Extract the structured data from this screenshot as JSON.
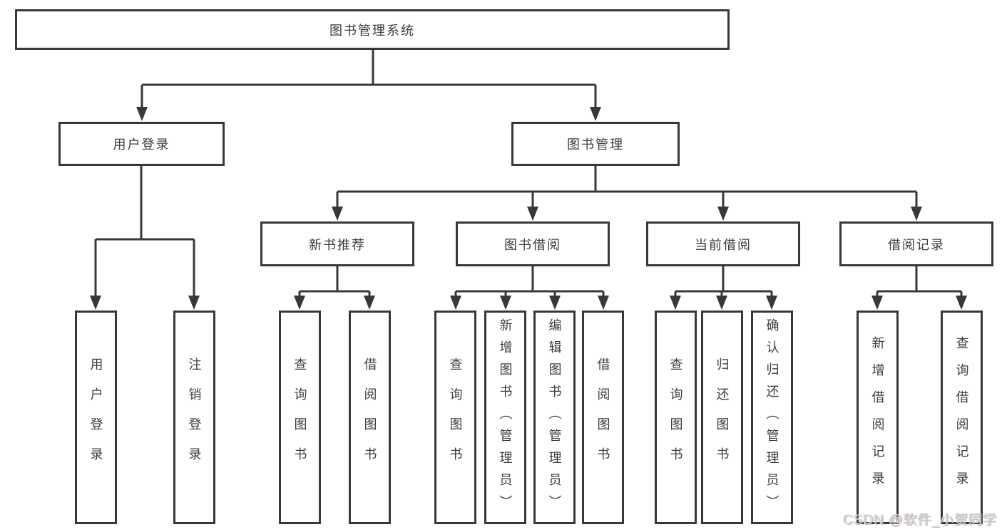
{
  "nodes": {
    "root": "图书管理系统",
    "user_login": "用户登录",
    "book_mgmt": "图书管理",
    "new_book_rec": "新书推荐",
    "book_borrow": "图书借阅",
    "current_borrow": "当前借阅",
    "borrow_records": "借阅记录",
    "ul_user_login": "用户登录",
    "ul_logout": "注销登录",
    "nr_query_book": "查询图书",
    "nr_borrow_book": "借阅图书",
    "bb_query_book": "查询图书",
    "bb_add_book": "新增图书（管理员）",
    "bb_edit_book": "编辑图书（管理员）",
    "bb_borrow_book": "借阅图书",
    "cb_query_book": "查询图书",
    "cb_return_book": "归还图书",
    "cb_confirm_return": "确认归还（管理员）",
    "br_add_record": "新增借阅记录",
    "br_query_record": "查询借阅记录"
  },
  "hierarchy": {
    "root": [
      "user_login",
      "book_mgmt"
    ],
    "user_login": [
      "ul_user_login",
      "ul_logout"
    ],
    "book_mgmt": [
      "new_book_rec",
      "book_borrow",
      "current_borrow",
      "borrow_records"
    ],
    "new_book_rec": [
      "nr_query_book",
      "nr_borrow_book"
    ],
    "book_borrow": [
      "bb_query_book",
      "bb_add_book",
      "bb_edit_book",
      "bb_borrow_book"
    ],
    "current_borrow": [
      "cb_query_book",
      "cb_return_book",
      "cb_confirm_return"
    ],
    "borrow_records": [
      "br_add_record",
      "br_query_record"
    ]
  },
  "watermark": "CSDN @软件_小贺同学",
  "colors": {
    "line": "#383838",
    "box_border": "#383838",
    "text": "#3d3d3d",
    "watermark": "#d6d6d6",
    "background": "#ffffff"
  }
}
